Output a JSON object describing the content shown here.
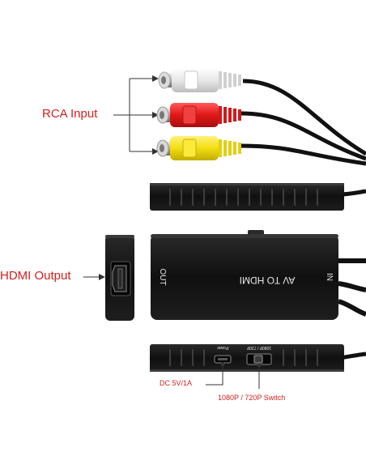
{
  "labels": {
    "rca_input": "RCA Input",
    "hdmi_output": "HDMI Output",
    "dc_power": "DC 5V/1A",
    "resolution_switch": "1080P / 720P Switch"
  },
  "device": {
    "front_text": "AV TO HDMI",
    "out_text": "OUT",
    "in_text": "IN",
    "power_port_text": "Power",
    "switch_text": "1080P / 720P"
  },
  "colors": {
    "label_red": "#d42020",
    "plug_white": "#f2f2f2",
    "plug_red": "#e02020",
    "plug_yellow": "#f2e21a",
    "body_black": "#121212"
  },
  "icons": {
    "hdmi_port": "hdmi-port-icon",
    "usb_port": "micro-usb-port-icon",
    "slide_switch": "slide-switch-icon"
  }
}
